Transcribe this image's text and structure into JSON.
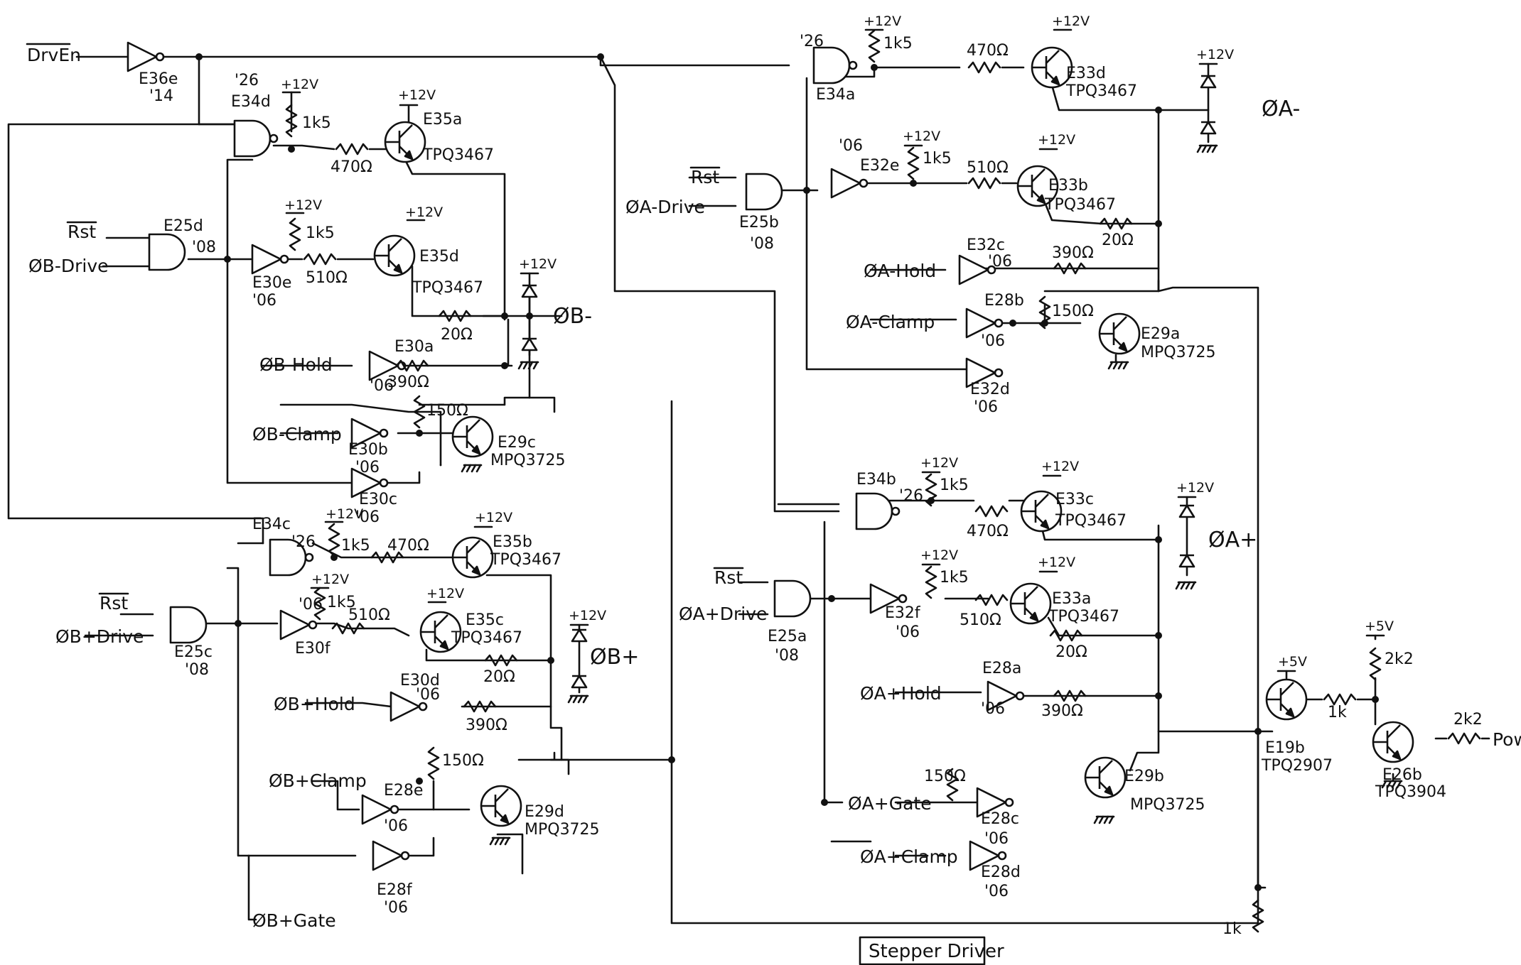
{
  "title": "Stepper Driver",
  "signals": {
    "drven": "DrvEn",
    "rst": "Rst",
    "b_drive": "ØB-Drive",
    "b_hold": "ØB-Hold",
    "b_clamp": "ØB-Clamp",
    "b_minus": "ØB-",
    "bp_drive": "ØB+Drive",
    "bp_hold": "ØB+Hold",
    "bp_clamp": "ØB+Clamp",
    "bp_gate": "ØB+Gate",
    "b_plus": "ØB+",
    "a_drive": "ØA-Drive",
    "a_hold": "ØA-Hold",
    "a_clamp": "ØA-Clamp",
    "a_minus": "ØA-",
    "ap_drive": "ØA+Drive",
    "ap_hold": "ØA+Hold",
    "ap_gate": "ØA+Gate",
    "ap_clamp": "ØA+Clamp",
    "a_plus": "ØA+",
    "powerok": "PowerOK"
  },
  "rails": {
    "v12": "+12V",
    "v5": "+5V"
  },
  "values": {
    "r1k5": "1k5",
    "r470": "470Ω",
    "r510": "510Ω",
    "r20": "20Ω",
    "r390": "390Ω",
    "r150": "150Ω",
    "r1k": "1k",
    "r2k2": "2k2"
  },
  "types": {
    "t14": "'14",
    "t26": "'26",
    "t08": "'08",
    "t06": "'06",
    "tpq3467": "TPQ3467",
    "mpq3725": "MPQ3725",
    "tpq2907": "TPQ2907",
    "tpq3904": "TPQ3904"
  },
  "refs": {
    "e36e": "E36e",
    "e34d": "E34d",
    "e35a": "E35a",
    "e25d": "E25d",
    "e30e": "E30e",
    "e35d": "E35d",
    "e30a": "E30a",
    "e30b": "E30b",
    "e30c": "E30c",
    "e29c": "E29c",
    "e34c": "E34c",
    "e35b": "E35b",
    "e25c": "E25c",
    "e30f": "E30f",
    "e35c": "E35c",
    "e30d": "E30d",
    "e28e": "E28e",
    "e28f": "E28f",
    "e29d": "E29d",
    "e34a": "E34a",
    "e33d": "E33d",
    "e25b": "E25b",
    "e32e": "E32e",
    "e33b": "E33b",
    "e32c": "E32c",
    "e28b": "E28b",
    "e32d": "E32d",
    "e29a": "E29a",
    "e34b": "E34b",
    "e33c": "E33c",
    "e25a": "E25a",
    "e32f": "E32f",
    "e33a": "E33a",
    "e28a": "E28a",
    "e28c": "E28c",
    "e28d": "E28d",
    "e29b": "E29b",
    "e19b": "E19b",
    "e26b": "E26b"
  }
}
